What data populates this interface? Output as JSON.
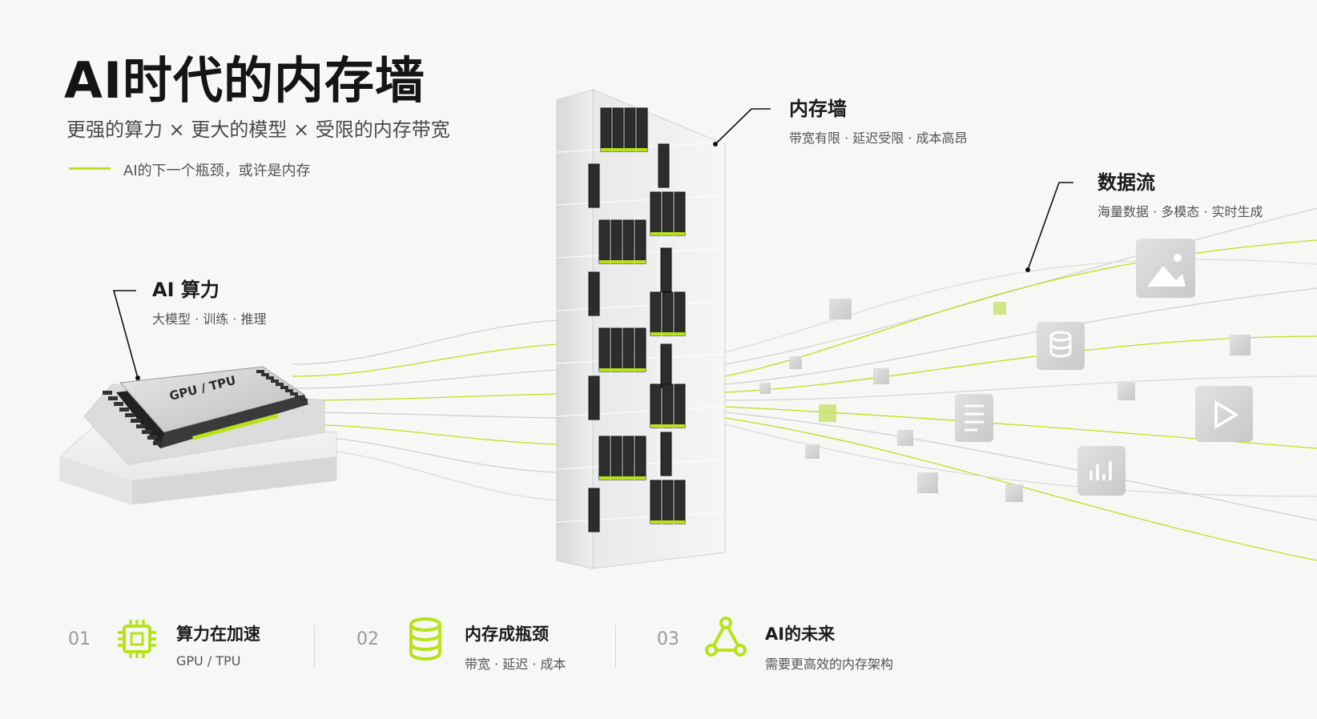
{
  "header": {
    "title": "AI时代的内存墙",
    "subtitle": "更强的算力  ×  更大的模型  ×  受限的内存带宽",
    "tagline": "AI的下一个瓶颈，或许是内存"
  },
  "labels": {
    "compute": {
      "title": "AI 算力",
      "sub": "大模型 · 训练 · 推理"
    },
    "memory_wall": {
      "title": "内存墙",
      "sub": "带宽有限 · 延迟受限 · 成本高昂"
    },
    "data_flow": {
      "title": "数据流",
      "sub": "海量数据 · 多模态 · 实时生成"
    }
  },
  "chip": {
    "label": "GPU / TPU"
  },
  "footer": [
    {
      "num": "01",
      "icon": "cpu-chip-icon",
      "title": "算力在加速",
      "sub": "GPU / TPU"
    },
    {
      "num": "02",
      "icon": "database-icon",
      "title": "内存成瓶颈",
      "sub": "带宽 · 延迟 · 成本"
    },
    {
      "num": "03",
      "icon": "network-nodes-icon",
      "title": "AI的未来",
      "sub": "需要更高效的内存架构"
    }
  ],
  "colors": {
    "accent": "#b9e21c",
    "text": "#1a1a1a",
    "muted": "#555555"
  },
  "data_icons": [
    "image-icon",
    "database-icon",
    "document-icon",
    "play-icon",
    "bar-chart-icon"
  ]
}
